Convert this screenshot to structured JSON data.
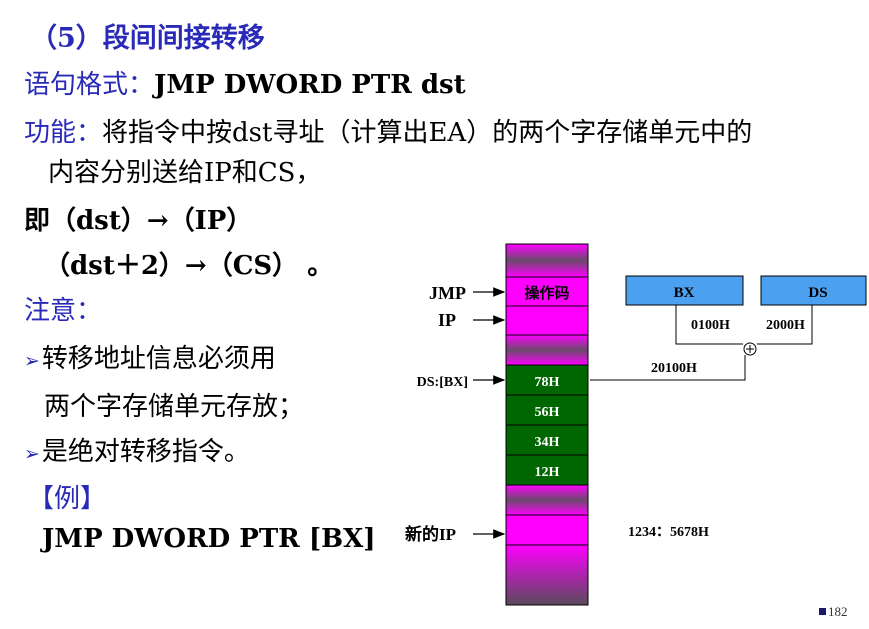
{
  "slide": {
    "heading": "（5）段间间接转移",
    "syntax_label": "语句格式：",
    "syntax_code": "JMP DWORD PTR  dst",
    "function_label": "功能：",
    "function_text_line1": "将指令中按dst寻址（计算出EA）的两个字存储单元中的",
    "function_text_line2": "内容分别送给IP和CS，",
    "eq_line1": "即（dst）→（IP）",
    "eq_line2": "（dst＋2）→（CS） 。",
    "note_label": "注意：",
    "note1_line1": "转移地址信息必须用",
    "note1_line2": "两个字存储单元存放；",
    "note2": "是绝对转移指令。",
    "example_label": "【例】",
    "example_code": "JMP DWORD PTR [BX]",
    "page_number": "182"
  },
  "diagram": {
    "left_labels": {
      "jmp": "JMP",
      "ip": "IP",
      "ds_bx": "DS:[BX]",
      "new_ip": "新的IP"
    },
    "memory_cells": {
      "opcode": "操作码",
      "values": [
        "78H",
        "56H",
        "34H",
        "12H"
      ]
    },
    "registers": {
      "bx_name": "BX",
      "bx_value": "0100H",
      "ds_name": "DS",
      "ds_value": "2000H"
    },
    "physical_address": "20100H",
    "target_address": "1234：5678H",
    "colors": {
      "magenta": "#ff00ff",
      "dark_green": "#006600",
      "register_blue": "#4ca0f0",
      "text_blue": "#2a2ab8"
    }
  }
}
